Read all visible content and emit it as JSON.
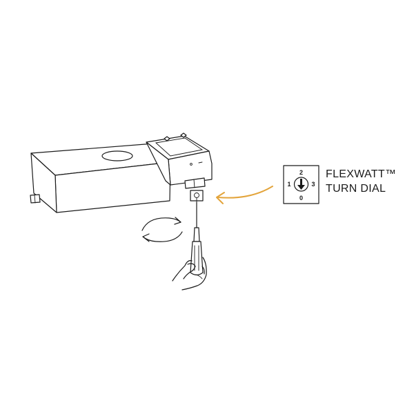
{
  "callout": {
    "line1": "FLEXWATT™",
    "line2": "TURN DIAL"
  },
  "dial": {
    "top_mark": "2",
    "left_mark": "1",
    "right_mark": "3",
    "bottom_mark": "0"
  },
  "colors": {
    "arrow": "#E3A43B",
    "line": "#1A1A1A"
  },
  "icons": {
    "rotation": "rotation-arrows-icon",
    "pointer": "curved-arrow-icon",
    "tool": "screwdriver-icon",
    "hand": "hand-icon"
  }
}
